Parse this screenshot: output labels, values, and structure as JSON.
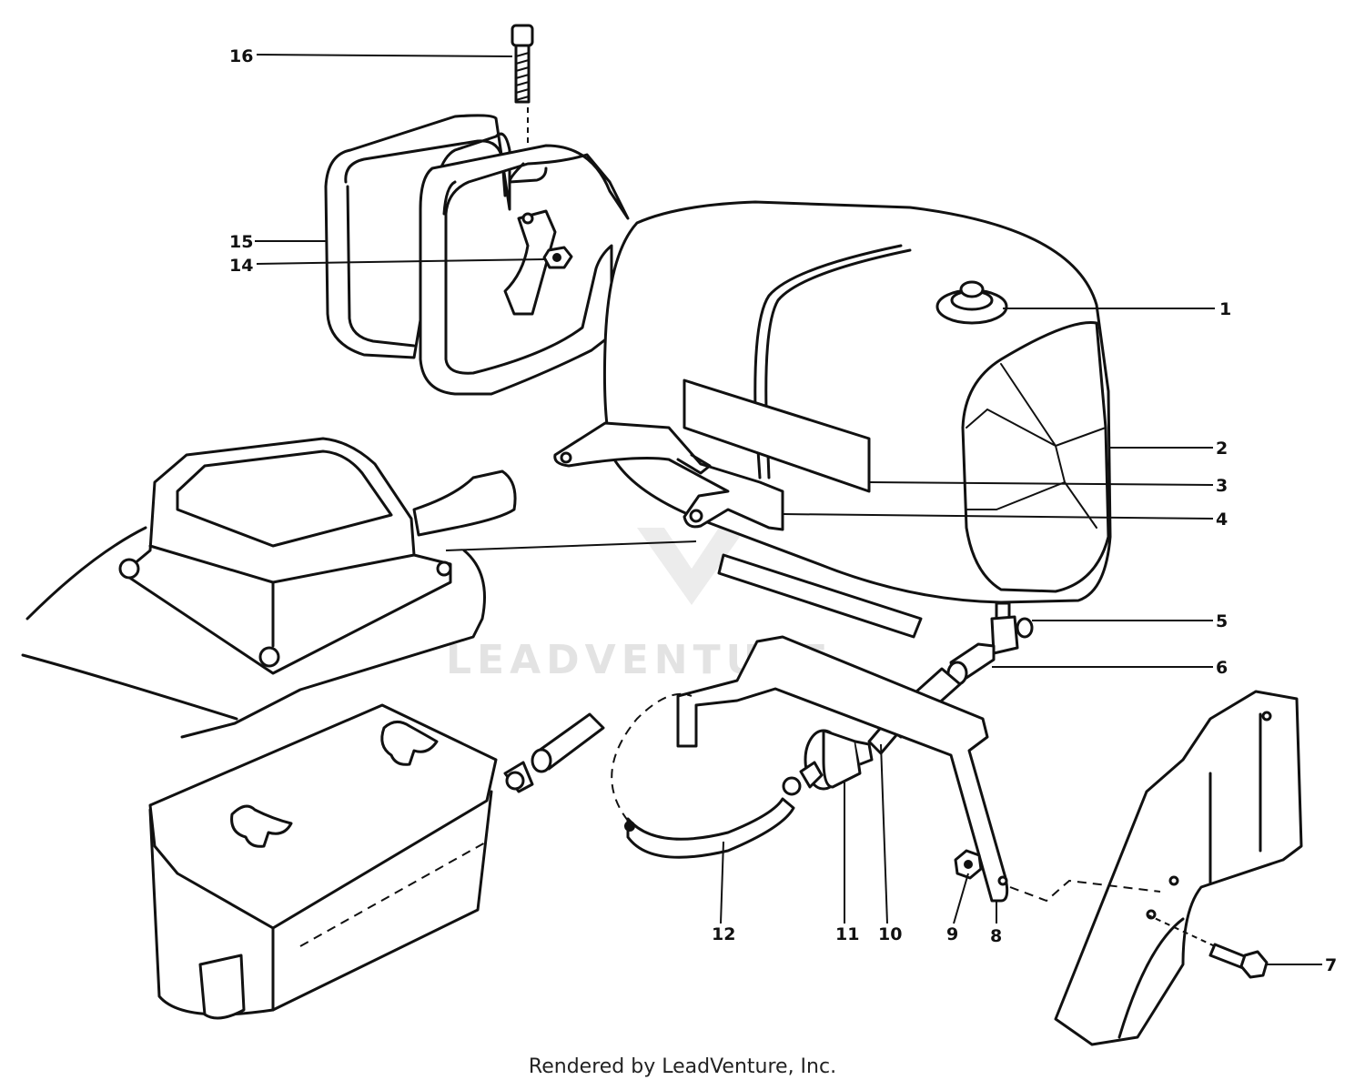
{
  "callouts": [
    {
      "id": "1",
      "label": "1"
    },
    {
      "id": "2",
      "label": "2"
    },
    {
      "id": "3",
      "label": "3"
    },
    {
      "id": "4",
      "label": "4"
    },
    {
      "id": "5",
      "label": "5"
    },
    {
      "id": "6",
      "label": "6"
    },
    {
      "id": "7",
      "label": "7"
    },
    {
      "id": "8",
      "label": "8"
    },
    {
      "id": "9",
      "label": "9"
    },
    {
      "id": "10",
      "label": "10"
    },
    {
      "id": "11",
      "label": "11"
    },
    {
      "id": "12",
      "label": "12"
    },
    {
      "id": "14",
      "label": "14"
    },
    {
      "id": "15",
      "label": "15"
    },
    {
      "id": "16",
      "label": "16"
    }
  ],
  "watermark": "LEADVENTURE",
  "footer": "Rendered by LeadVenture, Inc."
}
